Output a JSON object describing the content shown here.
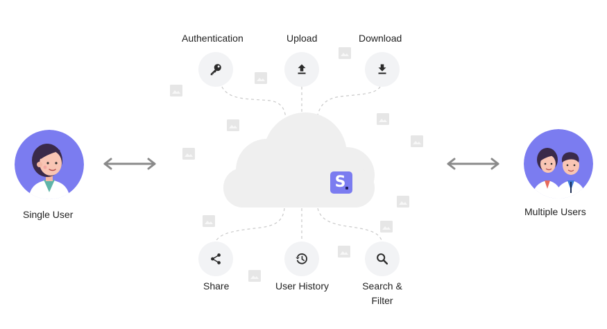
{
  "features": {
    "authentication": "Authentication",
    "upload": "Upload",
    "download": "Download",
    "share": "Share",
    "user_history": "User History",
    "search_filter": "Search & Filter"
  },
  "users": {
    "single": "Single User",
    "multiple": "Multiple Users"
  },
  "logo": {
    "letter": "S"
  },
  "icons": {
    "authentication": "key-icon",
    "upload": "upload-icon",
    "download": "download-icon",
    "share": "share-icon",
    "user_history": "history-icon",
    "search_filter": "search-icon"
  },
  "colors": {
    "accent": "#7b7cf0",
    "cloud": "#efefef",
    "icon_bg": "#f2f3f5",
    "arrow": "#8a8a8a",
    "placeholder": "#e6e6e6"
  }
}
